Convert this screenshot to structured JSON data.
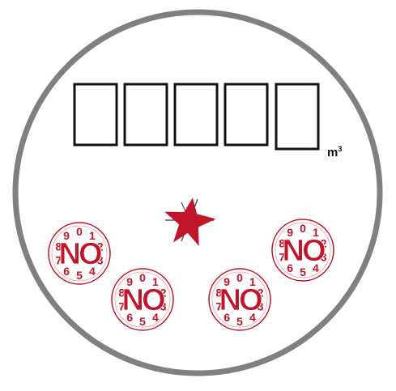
{
  "meter": {
    "unit_base": "m",
    "unit_exp": "3",
    "digit_window_count": 5,
    "pointer_dial_text": "NO",
    "pointer_dial_digits": [
      "0",
      "1",
      "2",
      "3",
      "4",
      "5",
      "6",
      "7",
      "8",
      "9"
    ],
    "colors": {
      "bezel": "#808080",
      "window_border": "#111111",
      "accent": "#c0152a",
      "dial_ring": "#c0152a",
      "star_lines": "#555555"
    }
  },
  "dials": [
    {
      "name": "dial-top-left"
    },
    {
      "name": "dial-bottom-left"
    },
    {
      "name": "dial-bottom-right"
    },
    {
      "name": "dial-top-right"
    }
  ]
}
